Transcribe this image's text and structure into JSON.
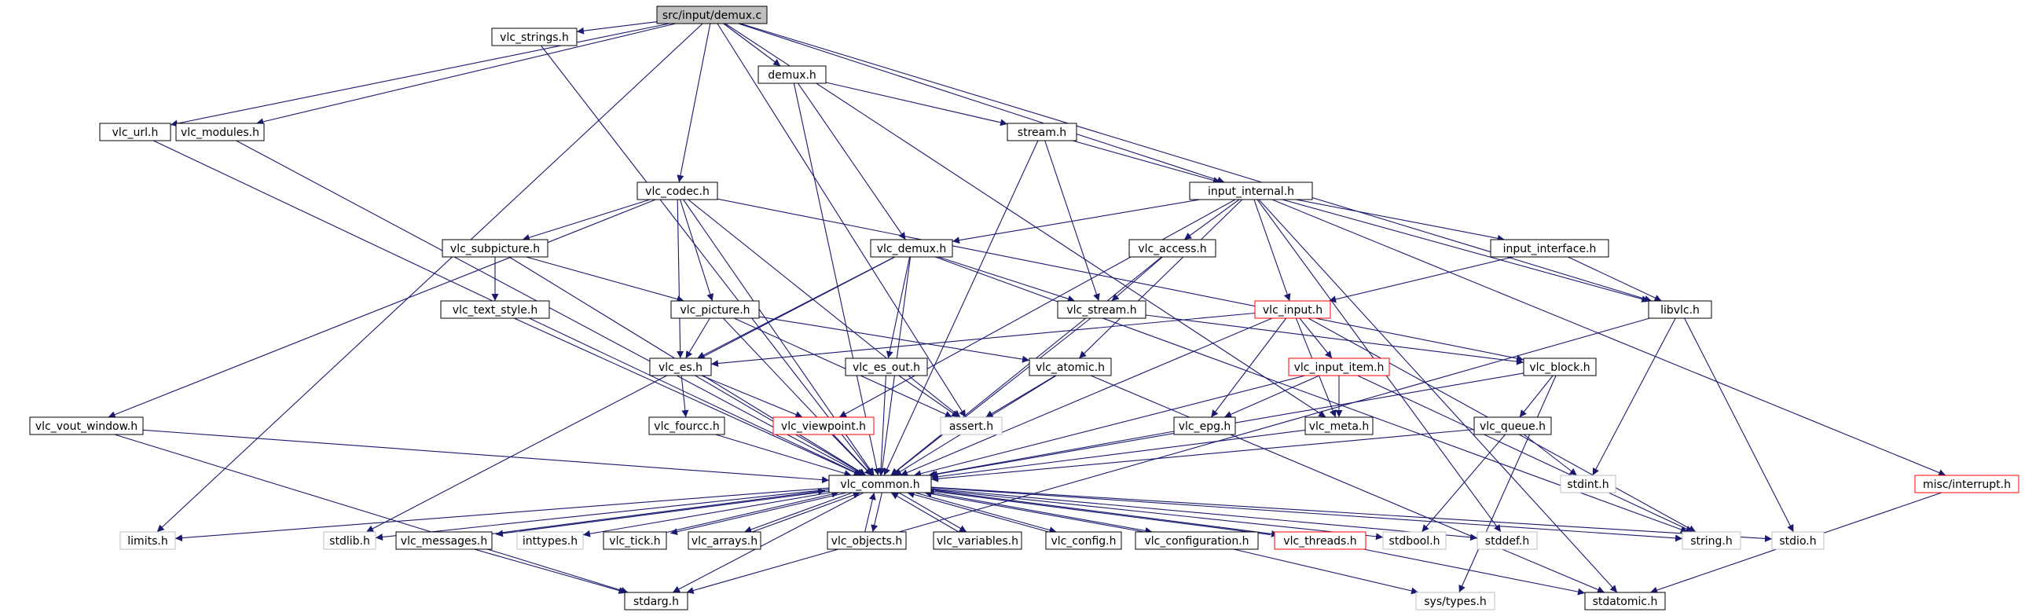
{
  "nodes": [
    {
      "id": "root",
      "label": "src/input/demux.c",
      "style": "root"
    },
    {
      "id": "vlc_url",
      "label": "vlc_url.h",
      "style": "normal"
    },
    {
      "id": "vlc_modules",
      "label": "vlc_modules.h",
      "style": "normal"
    },
    {
      "id": "vlc_strings",
      "label": "vlc_strings.h",
      "style": "normal"
    },
    {
      "id": "demux_h",
      "label": "demux.h",
      "style": "normal"
    },
    {
      "id": "stream_h",
      "label": "stream.h",
      "style": "normal"
    },
    {
      "id": "vlc_codec",
      "label": "vlc_codec.h",
      "style": "normal"
    },
    {
      "id": "input_internal",
      "label": "input_internal.h",
      "style": "normal"
    },
    {
      "id": "vlc_subpicture",
      "label": "vlc_subpicture.h",
      "style": "normal"
    },
    {
      "id": "vlc_demux",
      "label": "vlc_demux.h",
      "style": "normal"
    },
    {
      "id": "vlc_access",
      "label": "vlc_access.h",
      "style": "normal"
    },
    {
      "id": "input_interface",
      "label": "input_interface.h",
      "style": "normal"
    },
    {
      "id": "vlc_text_style",
      "label": "vlc_text_style.h",
      "style": "normal"
    },
    {
      "id": "vlc_picture",
      "label": "vlc_picture.h",
      "style": "normal"
    },
    {
      "id": "vlc_stream",
      "label": "vlc_stream.h",
      "style": "normal"
    },
    {
      "id": "vlc_input",
      "label": "vlc_input.h",
      "style": "red"
    },
    {
      "id": "libvlc",
      "label": "libvlc.h",
      "style": "normal"
    },
    {
      "id": "vlc_es",
      "label": "vlc_es.h",
      "style": "normal"
    },
    {
      "id": "vlc_es_out",
      "label": "vlc_es_out.h",
      "style": "normal"
    },
    {
      "id": "vlc_atomic",
      "label": "vlc_atomic.h",
      "style": "normal"
    },
    {
      "id": "vlc_input_item",
      "label": "vlc_input_item.h",
      "style": "red"
    },
    {
      "id": "vlc_block",
      "label": "vlc_block.h",
      "style": "normal"
    },
    {
      "id": "vlc_vout_window",
      "label": "vlc_vout_window.h",
      "style": "normal"
    },
    {
      "id": "vlc_fourcc",
      "label": "vlc_fourcc.h",
      "style": "normal"
    },
    {
      "id": "vlc_viewpoint",
      "label": "vlc_viewpoint.h",
      "style": "red"
    },
    {
      "id": "assert_h",
      "label": "assert.h",
      "style": "gray"
    },
    {
      "id": "vlc_epg",
      "label": "vlc_epg.h",
      "style": "normal"
    },
    {
      "id": "vlc_meta",
      "label": "vlc_meta.h",
      "style": "normal"
    },
    {
      "id": "vlc_queue",
      "label": "vlc_queue.h",
      "style": "normal"
    },
    {
      "id": "stdint_h",
      "label": "stdint.h",
      "style": "gray"
    },
    {
      "id": "misc_interrupt",
      "label": "misc/interrupt.h",
      "style": "red"
    },
    {
      "id": "vlc_common",
      "label": "vlc_common.h",
      "style": "normal"
    },
    {
      "id": "limits_h",
      "label": "limits.h",
      "style": "gray"
    },
    {
      "id": "stdlib_h",
      "label": "stdlib.h",
      "style": "gray"
    },
    {
      "id": "vlc_messages",
      "label": "vlc_messages.h",
      "style": "normal"
    },
    {
      "id": "inttypes_h",
      "label": "inttypes.h",
      "style": "gray"
    },
    {
      "id": "vlc_tick",
      "label": "vlc_tick.h",
      "style": "normal"
    },
    {
      "id": "vlc_arrays",
      "label": "vlc_arrays.h",
      "style": "normal"
    },
    {
      "id": "vlc_objects",
      "label": "vlc_objects.h",
      "style": "normal"
    },
    {
      "id": "vlc_variables",
      "label": "vlc_variables.h",
      "style": "normal"
    },
    {
      "id": "vlc_config",
      "label": "vlc_config.h",
      "style": "normal"
    },
    {
      "id": "vlc_configuration",
      "label": "vlc_configuration.h",
      "style": "normal"
    },
    {
      "id": "vlc_threads",
      "label": "vlc_threads.h",
      "style": "red"
    },
    {
      "id": "stdbool_h",
      "label": "stdbool.h",
      "style": "gray"
    },
    {
      "id": "stddef_h",
      "label": "stddef.h",
      "style": "gray"
    },
    {
      "id": "string_h",
      "label": "string.h",
      "style": "gray"
    },
    {
      "id": "stdio_h",
      "label": "stdio.h",
      "style": "gray"
    },
    {
      "id": "stdarg_h",
      "label": "stdarg.h",
      "style": "normal"
    },
    {
      "id": "sys_types",
      "label": "sys/types.h",
      "style": "gray"
    },
    {
      "id": "stdatomic_h",
      "label": "stdatomic.h",
      "style": "normal"
    }
  ],
  "edges": [
    [
      "root",
      "vlc_url"
    ],
    [
      "root",
      "vlc_modules"
    ],
    [
      "root",
      "vlc_strings"
    ],
    [
      "root",
      "demux_h"
    ],
    [
      "root",
      "vlc_codec"
    ],
    [
      "root",
      "input_internal"
    ],
    [
      "root",
      "limits_h"
    ],
    [
      "root",
      "assert_h"
    ],
    [
      "root",
      "libvlc"
    ],
    [
      "root",
      "vlc_meta"
    ],
    [
      "vlc_url",
      "vlc_common"
    ],
    [
      "vlc_modules",
      "vlc_common"
    ],
    [
      "vlc_strings",
      "vlc_common"
    ],
    [
      "demux_h",
      "stream_h"
    ],
    [
      "demux_h",
      "vlc_demux"
    ],
    [
      "demux_h",
      "vlc_common"
    ],
    [
      "stream_h",
      "input_internal"
    ],
    [
      "stream_h",
      "vlc_stream"
    ],
    [
      "stream_h",
      "vlc_common"
    ],
    [
      "vlc_codec",
      "vlc_subpicture"
    ],
    [
      "vlc_codec",
      "vlc_picture"
    ],
    [
      "vlc_codec",
      "vlc_es"
    ],
    [
      "vlc_codec",
      "vlc_vout_window"
    ],
    [
      "vlc_codec",
      "vlc_block"
    ],
    [
      "vlc_codec",
      "assert_h"
    ],
    [
      "vlc_codec",
      "vlc_common"
    ],
    [
      "input_internal",
      "vlc_demux"
    ],
    [
      "input_internal",
      "vlc_access"
    ],
    [
      "input_internal",
      "input_interface"
    ],
    [
      "input_internal",
      "vlc_input"
    ],
    [
      "input_internal",
      "libvlc"
    ],
    [
      "input_internal",
      "vlc_atomic"
    ],
    [
      "input_internal",
      "misc_interrupt"
    ],
    [
      "input_internal",
      "vlc_viewpoint"
    ],
    [
      "input_internal",
      "stddef_h"
    ],
    [
      "input_internal",
      "stdatomic_h"
    ],
    [
      "vlc_subpicture",
      "vlc_text_style"
    ],
    [
      "vlc_subpicture",
      "vlc_picture"
    ],
    [
      "vlc_subpicture",
      "vlc_common"
    ],
    [
      "vlc_demux",
      "vlc_stream"
    ],
    [
      "vlc_demux",
      "vlc_es"
    ],
    [
      "vlc_demux",
      "vlc_es_out"
    ],
    [
      "vlc_demux",
      "stdlib_h"
    ],
    [
      "vlc_demux",
      "string_h"
    ],
    [
      "vlc_demux",
      "vlc_common"
    ],
    [
      "vlc_access",
      "vlc_stream"
    ],
    [
      "vlc_access",
      "vlc_common"
    ],
    [
      "input_interface",
      "vlc_input"
    ],
    [
      "input_interface",
      "libvlc"
    ],
    [
      "vlc_text_style",
      "vlc_common"
    ],
    [
      "vlc_picture",
      "vlc_es"
    ],
    [
      "vlc_picture",
      "vlc_atomic"
    ],
    [
      "vlc_picture",
      "assert_h"
    ],
    [
      "vlc_picture",
      "vlc_common"
    ],
    [
      "vlc_stream",
      "vlc_block"
    ],
    [
      "vlc_stream",
      "vlc_common"
    ],
    [
      "vlc_input",
      "vlc_es"
    ],
    [
      "vlc_input",
      "vlc_input_item"
    ],
    [
      "vlc_input",
      "vlc_epg"
    ],
    [
      "vlc_input",
      "vlc_meta"
    ],
    [
      "vlc_input",
      "string_h"
    ],
    [
      "vlc_input",
      "vlc_common"
    ],
    [
      "libvlc",
      "stdint_h"
    ],
    [
      "libvlc",
      "stdio_h"
    ],
    [
      "libvlc",
      "stdarg_h"
    ],
    [
      "vlc_es",
      "vlc_fourcc"
    ],
    [
      "vlc_es",
      "vlc_viewpoint"
    ],
    [
      "vlc_es",
      "vlc_common"
    ],
    [
      "vlc_es_out",
      "assert_h"
    ],
    [
      "vlc_es_out",
      "vlc_common"
    ],
    [
      "vlc_atomic",
      "assert_h"
    ],
    [
      "vlc_atomic",
      "stdatomic_h"
    ],
    [
      "vlc_atomic",
      "vlc_common"
    ],
    [
      "vlc_input_item",
      "vlc_epg"
    ],
    [
      "vlc_input_item",
      "vlc_meta"
    ],
    [
      "vlc_input_item",
      "string_h"
    ],
    [
      "vlc_input_item",
      "vlc_common"
    ],
    [
      "vlc_block",
      "vlc_queue"
    ],
    [
      "vlc_block",
      "sys_types"
    ],
    [
      "vlc_block",
      "vlc_common"
    ],
    [
      "vlc_vout_window",
      "stdarg_h"
    ],
    [
      "vlc_vout_window",
      "vlc_common"
    ],
    [
      "vlc_fourcc",
      "vlc_common"
    ],
    [
      "vlc_viewpoint",
      "vlc_common"
    ],
    [
      "vlc_epg",
      "vlc_common"
    ],
    [
      "vlc_meta",
      "vlc_common"
    ],
    [
      "vlc_queue",
      "stdint_h"
    ],
    [
      "vlc_queue",
      "stdbool_h"
    ],
    [
      "vlc_queue",
      "vlc_common"
    ],
    [
      "misc_interrupt",
      "stdatomic_h"
    ],
    [
      "vlc_common",
      "limits_h"
    ],
    [
      "vlc_common",
      "stdlib_h"
    ],
    [
      "vlc_common",
      "vlc_messages"
    ],
    [
      "vlc_common",
      "inttypes_h"
    ],
    [
      "vlc_common",
      "vlc_tick"
    ],
    [
      "vlc_common",
      "vlc_arrays"
    ],
    [
      "vlc_common",
      "vlc_objects"
    ],
    [
      "vlc_common",
      "vlc_variables"
    ],
    [
      "vlc_common",
      "vlc_config"
    ],
    [
      "vlc_common",
      "vlc_configuration"
    ],
    [
      "vlc_common",
      "vlc_threads"
    ],
    [
      "vlc_common",
      "stdbool_h"
    ],
    [
      "vlc_common",
      "stddef_h"
    ],
    [
      "vlc_common",
      "string_h"
    ],
    [
      "vlc_common",
      "stdio_h"
    ],
    [
      "vlc_common",
      "stdarg_h"
    ],
    [
      "vlc_messages",
      "stdarg_h"
    ],
    [
      "vlc_messages",
      "vlc_common"
    ],
    [
      "vlc_tick",
      "vlc_common"
    ],
    [
      "vlc_arrays",
      "vlc_common"
    ],
    [
      "vlc_objects",
      "vlc_common"
    ],
    [
      "vlc_variables",
      "vlc_common"
    ],
    [
      "vlc_config",
      "vlc_common"
    ],
    [
      "vlc_configuration",
      "vlc_common"
    ],
    [
      "vlc_configuration",
      "sys_types"
    ],
    [
      "vlc_threads",
      "vlc_common"
    ],
    [
      "vlc_threads",
      "stdatomic_h"
    ]
  ],
  "colors": {
    "edge": "#191970",
    "border": "#000000",
    "border_red": "#ff0000",
    "border_gray": "#bfbfbf",
    "root_fill": "#bfbfbf",
    "fill": "#ffffff",
    "text": "#000000"
  }
}
